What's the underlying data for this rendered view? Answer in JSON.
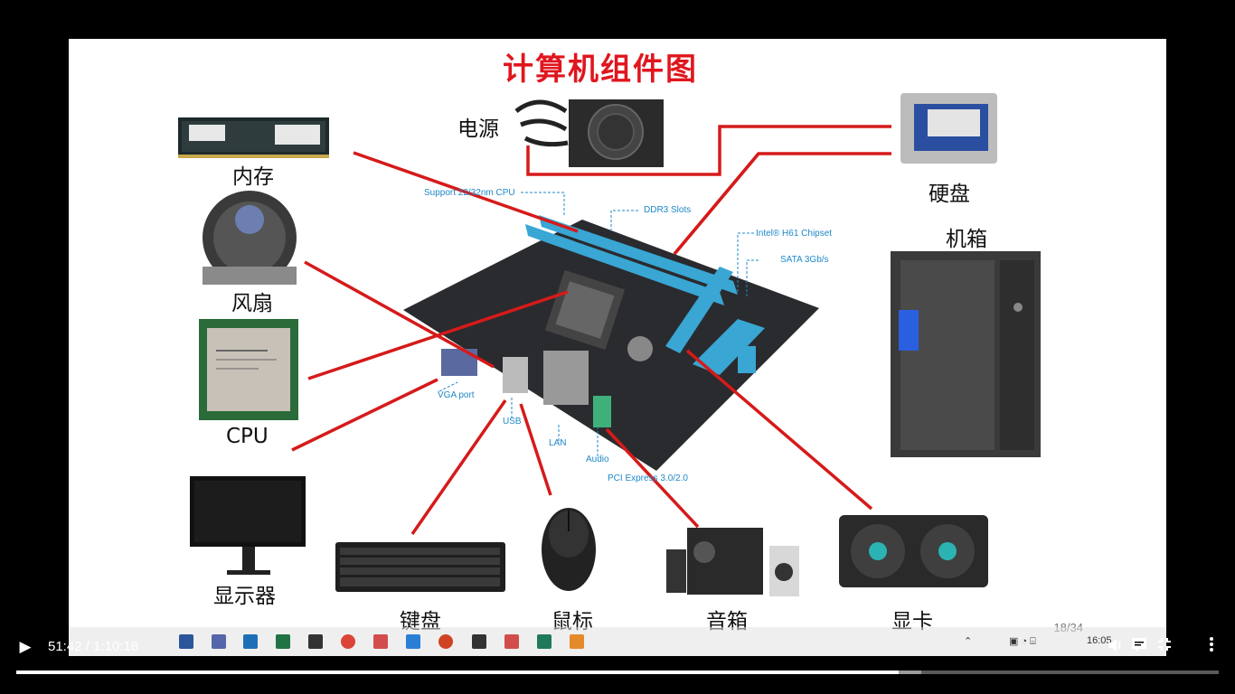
{
  "slide": {
    "title": "计算机组件图",
    "page": "18/34",
    "components": {
      "power": "电源",
      "memory": "内存",
      "hdd": "硬盘",
      "case": "机箱",
      "fan": "风扇",
      "cpu": "CPU",
      "monitor": "显示器",
      "keyboard": "键盘",
      "mouse": "鼠标",
      "speaker": "音箱",
      "gpu": "显卡"
    },
    "motherboard_labels": {
      "cpu_support": "Support 22/32nm CPU",
      "ddr3": "DDR3 Slots",
      "chipset": "Intel® H61 Chipset",
      "sata": "SATA 3Gb/s",
      "vga": "VGA port",
      "usb": "USB",
      "lan": "LAN",
      "audio": "Audio",
      "pcie": "PCI Express 3.0/2.0"
    },
    "line_color": "#d61a1a"
  },
  "taskbar": {
    "clock": "16:05",
    "icons": [
      "word-icon",
      "file-icon",
      "window-icon",
      "excel-icon",
      "usb-icon",
      "chrome-icon",
      "rss-icon",
      "monitor-icon",
      "powerpoint-icon",
      "chip-icon",
      "rss-icon",
      "app-icon",
      "orange-app-icon"
    ]
  },
  "player": {
    "current_time": "51:42",
    "separator": " / ",
    "duration": "1:10:18",
    "progress_fraction": 0.734,
    "buffer_fraction": 0.753,
    "icons": [
      "play-icon",
      "volume-icon",
      "captions-icon",
      "exit-fullscreen-icon",
      "more-icon"
    ]
  }
}
